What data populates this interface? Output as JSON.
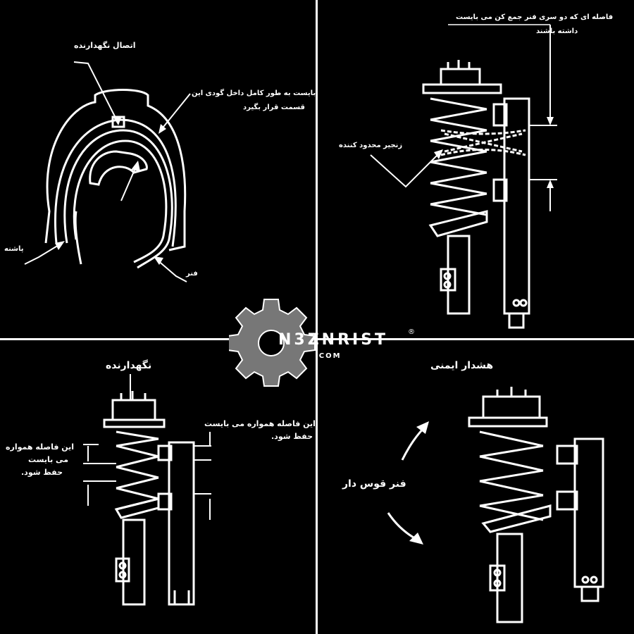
{
  "panels": {
    "top_left": {
      "label_retainer_connection": "اتصال نگهدارنده",
      "label_spring_seat_line1": "فنر می بایست به طور کامل داخل گودی این",
      "label_spring_seat_line2": "قسمت قرار بگیرد",
      "label_heel": "پاشنه",
      "label_spring": "فنر"
    },
    "top_right": {
      "label_distance_line1": "فاصله ای که دو سری فنر جمع کن می بایست",
      "label_distance_line2": "داشته باشند",
      "label_limit_chain": "زنجیر محدود کننده"
    },
    "bottom_left": {
      "label_retainer": "نگهدارنده",
      "label_right_line1": "این فاصله همواره می بایست",
      "label_right_line2": "حفظ شود.",
      "label_left_line1": "این فاصله همواره",
      "label_left_line2": "می بایست",
      "label_left_line3": "حفظ شود."
    },
    "bottom_right": {
      "label_safety_warning": "هشدار ایمنی",
      "label_arc_spring": "فنر قوس دار"
    }
  },
  "watermark": {
    "brand": "N3ZNRIST",
    "registered_mark": "®",
    "domain": ".COM"
  }
}
